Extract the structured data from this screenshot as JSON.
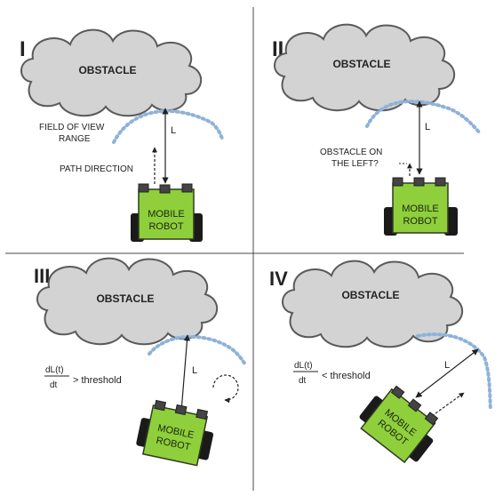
{
  "colors": {
    "cloud_fill": "#d3d3d3",
    "cloud_stroke": "#5a5a5a",
    "robot_green": "#8fcf3c",
    "robot_stroke": "#2f3a22",
    "wheel": "#1a1a1a",
    "fov_dots": "#8fb2d9",
    "divider": "#4a4a4a",
    "text": "#222222"
  },
  "panels": [
    {
      "numeral": "I",
      "obstacle_label": "OBSTACLE",
      "robot_label_line1": "MOBILE",
      "robot_label_line2": "ROBOT",
      "distance_label": "L",
      "annotations": [
        "FIELD OF VIEW",
        "RANGE",
        "PATH DIRECTION"
      ]
    },
    {
      "numeral": "II",
      "obstacle_label": "OBSTACLE",
      "robot_label_line1": "MOBILE",
      "robot_label_line2": "ROBOT",
      "distance_label": "L",
      "annotations": [
        "OBSTACLE ON",
        "THE LEFT?"
      ]
    },
    {
      "numeral": "III",
      "obstacle_label": "OBSTACLE",
      "robot_label_line1": "MOBILE",
      "robot_label_line2": "ROBOT",
      "distance_label": "L",
      "formula": {
        "numerator": "dL(t)",
        "denominator": "dt",
        "comparison": "> threshold"
      }
    },
    {
      "numeral": "IV",
      "obstacle_label": "OBSTACLE",
      "robot_label_line1": "MOBILE",
      "robot_label_line2": "ROBOT",
      "distance_label": "L",
      "formula": {
        "numerator": "dL(t)",
        "denominator": "dt",
        "comparison": "< threshold"
      }
    }
  ]
}
